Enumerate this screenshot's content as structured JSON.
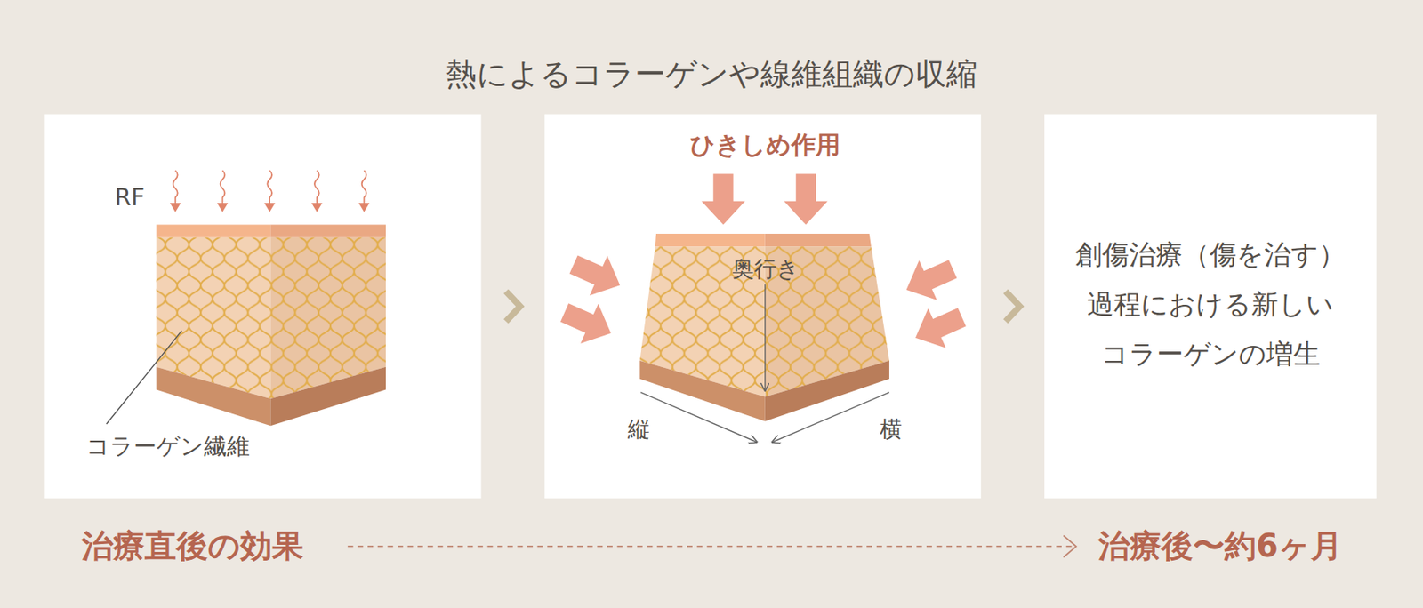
{
  "diagram": {
    "title": "熱によるコラーゲンや線維組織の収縮",
    "nodes": [
      {
        "text": [
          "RF",
          "コラーゲン繊維"
        ]
      },
      {
        "text": [
          "ひきしめ作用",
          "奥行き",
          "縦",
          "横"
        ]
      },
      {
        "text": [
          "創傷治療（傷を治す） 過程における新しい コラーゲンの増生"
        ]
      }
    ],
    "edges": [
      {
        "from": 0,
        "to": 1,
        "arrow": "to"
      },
      {
        "from": 1,
        "to": 2,
        "arrow": "to"
      }
    ],
    "labels": [
      "治療直後の効果",
      "治療後〜約6ヶ月"
    ]
  }
}
